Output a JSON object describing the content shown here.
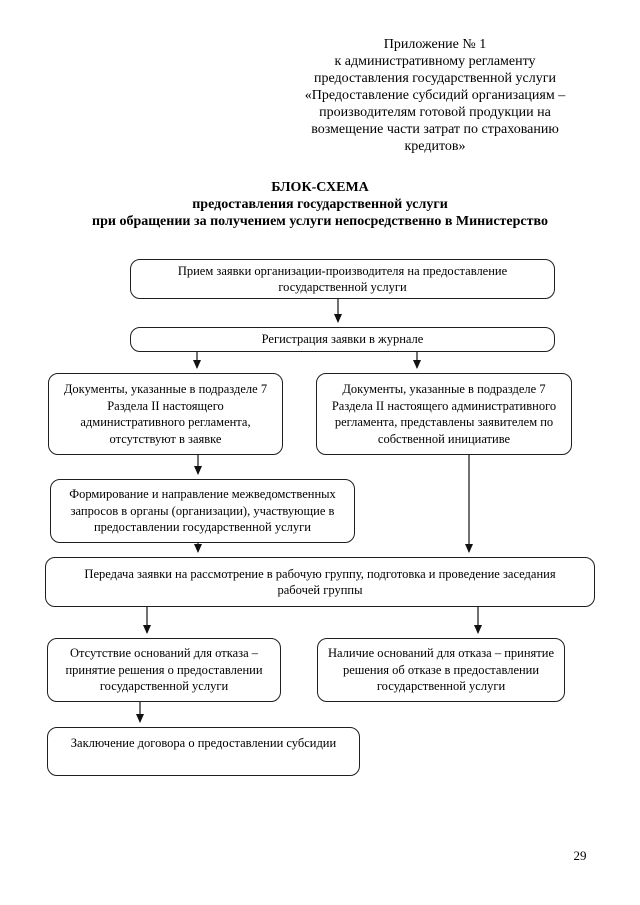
{
  "page": {
    "appendix_header": "Приложение № 1\nк административному регламенту\nпредоставления государственной услуги\n«Предоставление субсидий организациям –\nпроизводителям готовой продукции на\nвозмещение части затрат по страхованию\nкредитов»",
    "title": "БЛОК-СХЕМА\nпредоставления государственной услуги\nпри обращении за получением услуги непосредственно в Министерство",
    "page_number": "29"
  },
  "flowchart": {
    "nodes": [
      {
        "id": "accept-application",
        "text": "Прием заявки организации-производителя на предоставление\nгосударственной услуги"
      },
      {
        "id": "register-journal",
        "text": "Регистрация заявки в журнале"
      },
      {
        "id": "docs-missing",
        "text": "Документы, указанные в подразделе 7\nРаздела II настоящего\nадминистративного регламента,\nотсутствуют в заявке"
      },
      {
        "id": "docs-provided",
        "text": "Документы, указанные в подразделе 7\nРаздела II настоящего административного\nрегламента, представлены заявителем по\nсобственной инициативе"
      },
      {
        "id": "interagency-requests",
        "text": "Формирование и направление межведомственных\nзапросов в органы (организации), участвующие в\nпредоставлении государственной услуги"
      },
      {
        "id": "working-group",
        "text": "Передача заявки на рассмотрение в рабочую группу, подготовка и проведение заседания\nрабочей группы"
      },
      {
        "id": "no-refusal-grounds",
        "text": "Отсутствие оснований для отказа –\nпринятие решения о предоставлении\nгосударственной услуги"
      },
      {
        "id": "refusal-grounds",
        "text": "Наличие оснований для отказа – принятие\nрешения об отказе в предоставлении\nгосударственной услуги"
      },
      {
        "id": "conclude-contract",
        "text": "Заключение договора о предоставлении субсидии"
      }
    ]
  },
  "colors": {
    "text": "#000000",
    "box_border": "#1f1f1f",
    "background": "#ffffff"
  }
}
